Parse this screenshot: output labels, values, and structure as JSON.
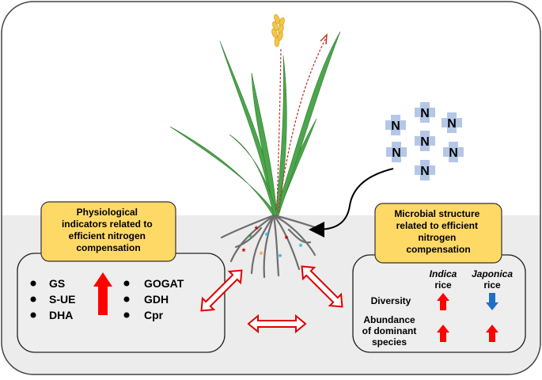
{
  "left_panel": {
    "title_lines": [
      "Physiological",
      "indicators related to",
      "efficient nitrogen",
      "compensation"
    ],
    "indicators_left": [
      "GS",
      "S-UE",
      "DHA"
    ],
    "indicators_right": [
      "GOGAT",
      "GDH",
      "Cpr"
    ],
    "trend": "up",
    "arrow_color": "#ff0000"
  },
  "right_panel": {
    "title_lines": [
      "Microbial structure",
      "related to efficient",
      "nitrogen",
      "compensation"
    ],
    "col_headers": [
      {
        "name": "Indica",
        "suffix": "rice"
      },
      {
        "name": "Japonica",
        "suffix": "rice"
      }
    ],
    "rows": [
      {
        "label_lines": [
          "Diversity"
        ],
        "indica": "up",
        "japonica": "down"
      },
      {
        "label_lines": [
          "Abundance",
          "of dominant",
          "species"
        ],
        "indica": "up",
        "japonica": "up"
      }
    ],
    "up_color": "#ff0000",
    "down_color": "#1f6fc4"
  },
  "nitrogen": {
    "symbol": "N",
    "count": 7,
    "tile_color": "#b4c7e7"
  },
  "colors": {
    "soil": "#ececec",
    "label_box": "#ffd966",
    "panel_bg": "#eeeeee",
    "leaf": "#4ca64c",
    "grain": "#f3c64a",
    "arrow": "#e00000"
  }
}
